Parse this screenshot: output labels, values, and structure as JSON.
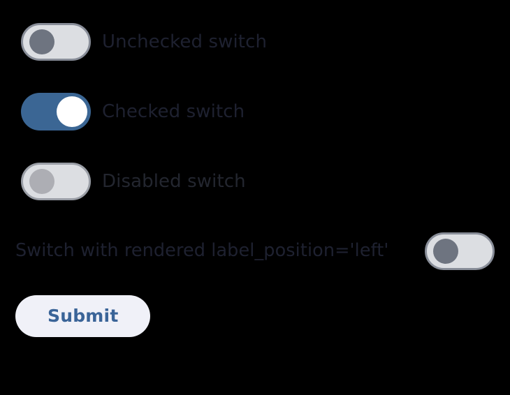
{
  "page": {
    "background_color": "#000000"
  },
  "theme": {
    "accent_color": "#3b6694",
    "label_color": "#1e2130",
    "track_off_color": "#dcdee2",
    "track_off_border_color": "#888d98",
    "thumb_off_color": "#6e7480",
    "thumb_disabled_color": "#adaeb4",
    "thumb_on_color": "#ffffff",
    "button_background": "#f0f1f8",
    "button_text_color": "#3a6498"
  },
  "switches": [
    {
      "name": "unchecked-switch",
      "label": "Unchecked switch",
      "checked": false,
      "disabled": false,
      "label_position": "right"
    },
    {
      "name": "checked-switch",
      "label": "Checked switch",
      "checked": true,
      "disabled": false,
      "label_position": "right"
    },
    {
      "name": "disabled-switch",
      "label": "Disabled switch",
      "checked": false,
      "disabled": true,
      "label_position": "right"
    },
    {
      "name": "left-label-switch",
      "label": "Switch with rendered label_position='left'",
      "checked": false,
      "disabled": false,
      "label_position": "left"
    }
  ],
  "form": {
    "submit_label": "Submit"
  }
}
